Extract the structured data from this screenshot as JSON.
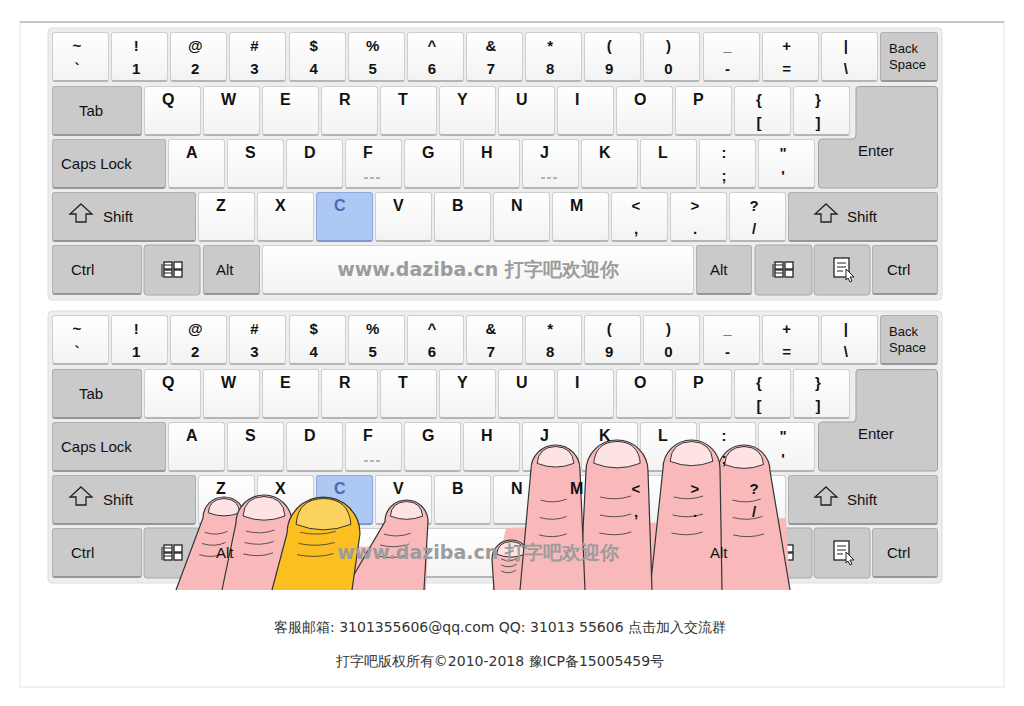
{
  "diagram": {
    "nodes": [
      {
        "text": [
          "~",
          "`"
        ]
      },
      {
        "text": [
          "!",
          "1"
        ]
      },
      {
        "text": [
          "@",
          "2"
        ]
      },
      {
        "text": [
          "#",
          "3"
        ]
      },
      {
        "text": [
          "$",
          "4"
        ]
      },
      {
        "text": [
          "%",
          "5"
        ]
      },
      {
        "text": [
          "^",
          "6"
        ]
      },
      {
        "text": [
          "&",
          "7"
        ]
      },
      {
        "text": [
          "*",
          "8"
        ]
      },
      {
        "text": [
          "(",
          "9"
        ]
      },
      {
        "text": [
          ")",
          "0"
        ]
      },
      {
        "text": [
          "_",
          "-"
        ]
      },
      {
        "text": [
          "+",
          "="
        ]
      },
      {
        "text": [
          "|",
          "\\"
        ]
      },
      {
        "text": [
          "Back Space"
        ]
      },
      {
        "text": [
          "Tab"
        ]
      },
      {
        "text": [
          "Q"
        ]
      },
      {
        "text": [
          "W"
        ]
      },
      {
        "text": [
          "E"
        ]
      },
      {
        "text": [
          "R"
        ]
      },
      {
        "text": [
          "T"
        ]
      },
      {
        "text": [
          "Y"
        ]
      },
      {
        "text": [
          "U"
        ]
      },
      {
        "text": [
          "I"
        ]
      },
      {
        "text": [
          "O"
        ]
      },
      {
        "text": [
          "P"
        ]
      },
      {
        "text": [
          "{",
          "["
        ]
      },
      {
        "text": [
          "}",
          "]"
        ]
      },
      {
        "text": [
          "Enter"
        ]
      },
      {
        "text": [
          "Caps Lock"
        ]
      },
      {
        "text": [
          "A"
        ]
      },
      {
        "text": [
          "S"
        ]
      },
      {
        "text": [
          "D"
        ]
      },
      {
        "text": [
          "F"
        ]
      },
      {
        "text": [
          "G"
        ]
      },
      {
        "text": [
          "H"
        ]
      },
      {
        "text": [
          "J"
        ]
      },
      {
        "text": [
          "K"
        ]
      },
      {
        "text": [
          "L"
        ]
      },
      {
        "text": [
          ":",
          ";"
        ]
      },
      {
        "text": [
          "\"",
          "'"
        ]
      },
      {
        "text": [
          "Shift"
        ]
      },
      {
        "text": [
          "Z"
        ]
      },
      {
        "text": [
          "X"
        ]
      },
      {
        "text": [
          "C"
        ]
      },
      {
        "text": [
          "V"
        ]
      },
      {
        "text": [
          "B"
        ]
      },
      {
        "text": [
          "N"
        ]
      },
      {
        "text": [
          "M"
        ]
      },
      {
        "text": [
          "<",
          ","
        ]
      },
      {
        "text": [
          ">",
          "."
        ]
      },
      {
        "text": [
          "?",
          "/"
        ]
      },
      {
        "text": [
          "Shift"
        ]
      },
      {
        "text": [
          "Ctrl"
        ]
      },
      {
        "text": [
          "Alt"
        ]
      },
      {
        "text": [
          "www.daziba.cn 打字吧欢迎你"
        ]
      },
      {
        "text": [
          "Alt"
        ]
      },
      {
        "text": [
          "Ctrl"
        ]
      },
      {
        "text": [
          "~",
          "`"
        ]
      },
      {
        "text": [
          "!",
          "1"
        ]
      },
      {
        "text": [
          "@",
          "2"
        ]
      },
      {
        "text": [
          "#",
          "3"
        ]
      },
      {
        "text": [
          "$",
          "4"
        ]
      },
      {
        "text": [
          "%",
          "5"
        ]
      },
      {
        "text": [
          "^",
          "6"
        ]
      },
      {
        "text": [
          "&",
          "7"
        ]
      },
      {
        "text": [
          "*",
          "8"
        ]
      },
      {
        "text": [
          "(",
          "9"
        ]
      },
      {
        "text": [
          ")",
          "0"
        ]
      },
      {
        "text": [
          "_",
          "-"
        ]
      },
      {
        "text": [
          "+",
          "="
        ]
      },
      {
        "text": [
          "|",
          "\\"
        ]
      },
      {
        "text": [
          "Back Space"
        ]
      },
      {
        "text": [
          "Tab"
        ]
      },
      {
        "text": [
          "Q"
        ]
      },
      {
        "text": [
          "W"
        ]
      },
      {
        "text": [
          "E"
        ]
      },
      {
        "text": [
          "R"
        ]
      },
      {
        "text": [
          "T"
        ]
      },
      {
        "text": [
          "Y"
        ]
      },
      {
        "text": [
          "U"
        ]
      },
      {
        "text": [
          "I"
        ]
      },
      {
        "text": [
          "O"
        ]
      },
      {
        "text": [
          "P"
        ]
      },
      {
        "text": [
          "{",
          "["
        ]
      },
      {
        "text": [
          "}",
          "]"
        ]
      },
      {
        "text": [
          "Enter"
        ]
      },
      {
        "text": [
          "Caps Lock"
        ]
      },
      {
        "text": [
          "A"
        ]
      },
      {
        "text": [
          "S"
        ]
      },
      {
        "text": [
          "D"
        ]
      },
      {
        "text": [
          "F"
        ]
      },
      {
        "text": [
          "G"
        ]
      },
      {
        "text": [
          "H"
        ]
      },
      {
        "text": [
          "J"
        ]
      },
      {
        "text": [
          "K"
        ]
      },
      {
        "text": [
          "L"
        ]
      },
      {
        "text": [
          ":",
          ";"
        ]
      },
      {
        "text": [
          "\"",
          "'"
        ]
      },
      {
        "text": [
          "Shift"
        ]
      },
      {
        "text": [
          "Z"
        ]
      },
      {
        "text": [
          "X"
        ]
      },
      {
        "text": [
          "C"
        ]
      },
      {
        "text": [
          "V"
        ]
      },
      {
        "text": [
          "B"
        ]
      },
      {
        "text": [
          "N"
        ]
      },
      {
        "text": [
          "M"
        ]
      },
      {
        "text": [
          "<",
          ","
        ]
      },
      {
        "text": [
          ">",
          "."
        ]
      },
      {
        "text": [
          "?",
          "/"
        ]
      },
      {
        "text": [
          "Shift"
        ]
      },
      {
        "text": [
          "Ctrl"
        ]
      },
      {
        "text": [
          "Alt"
        ]
      },
      {
        "text": [
          "www.daziba.cn 打字吧欢迎你"
        ]
      },
      {
        "text": [
          "Alt"
        ]
      },
      {
        "text": [
          "Ctrl"
        ]
      }
    ],
    "labels": [
      "客服邮箱: 3101355606@qq.com QQ: 31013 55606 点击加入交流群",
      "打字吧版权所有©2010-2018 豫ICP备15005459号"
    ]
  }
}
